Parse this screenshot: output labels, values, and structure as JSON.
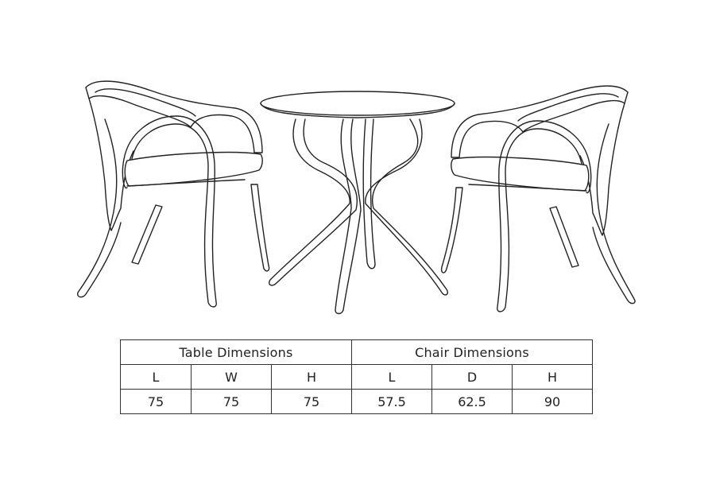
{
  "table": {
    "headers": [
      "Table Dimensions",
      "Chair Dimensions"
    ],
    "subheaders": [
      "L",
      "W",
      "H",
      "L",
      "D",
      "H"
    ],
    "values": [
      "75",
      "75",
      "75",
      "57.5",
      "62.5",
      "90"
    ]
  },
  "colors": {
    "line": "#222222",
    "background": "#ffffff"
  }
}
